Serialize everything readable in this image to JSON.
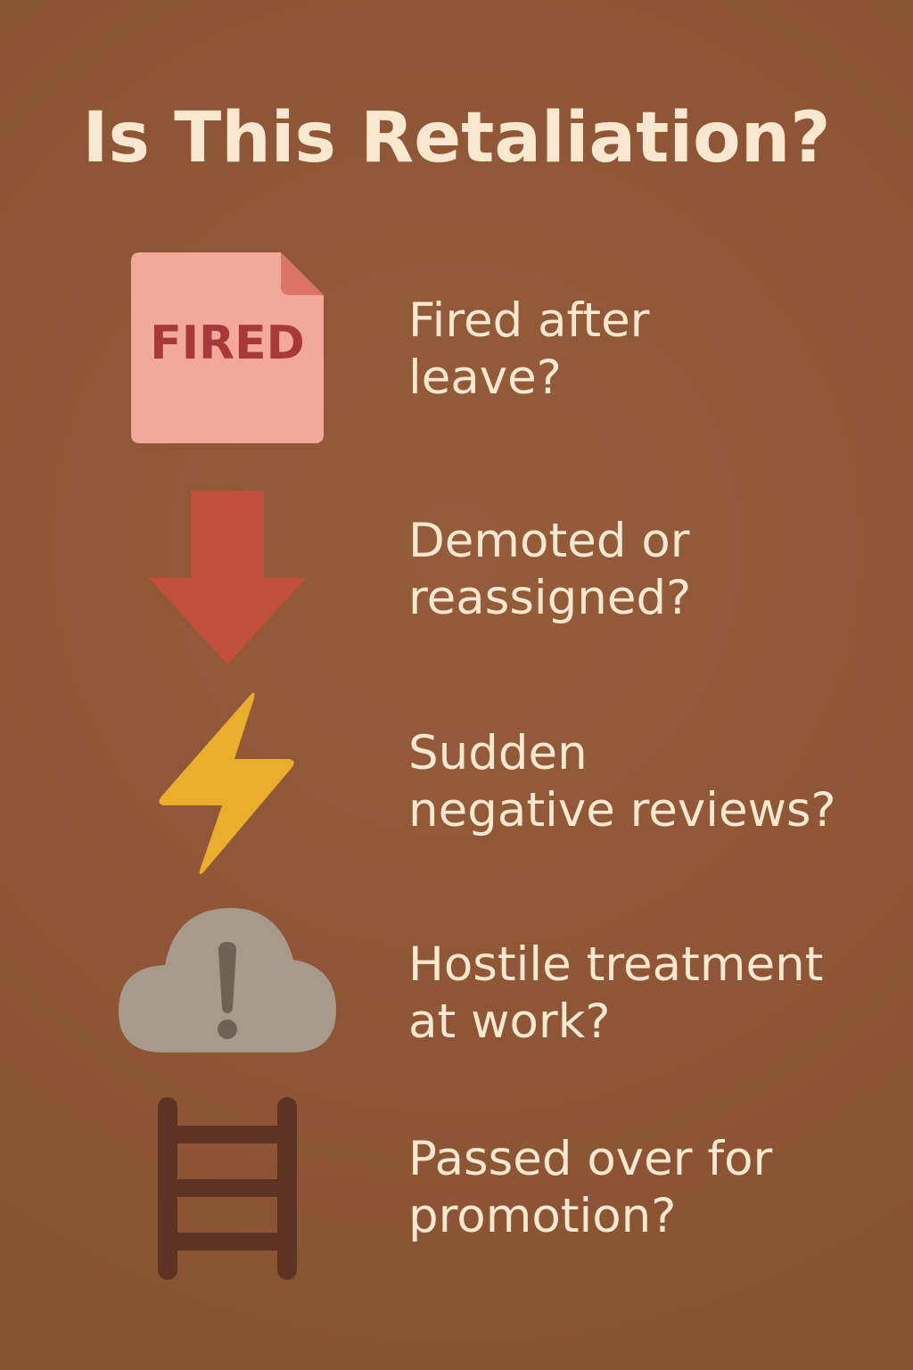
{
  "title": "Is This Retaliation?",
  "items": [
    {
      "icon": "fired-document-icon",
      "icon_text": "FIRED",
      "line1": "Fired after",
      "line2": "leave?"
    },
    {
      "icon": "down-arrow-icon",
      "line1": "Demoted or",
      "line2": "reassigned?"
    },
    {
      "icon": "lightning-bolt-icon",
      "line1": "Sudden",
      "line2": "negative reviews?"
    },
    {
      "icon": "cloud-warning-icon",
      "line1": "Hostile treatment",
      "line2": "at work?"
    },
    {
      "icon": "ladder-icon",
      "line1": "Passed over for",
      "line2": "promotion?"
    }
  ],
  "colors": {
    "background": "#8f5737",
    "text": "#f9e8cf",
    "fired_doc": "#f0a898",
    "fired_text": "#a8393a",
    "arrow": "#c24e3a",
    "lightning": "#e9ad2c",
    "cloud": "#a89a8b",
    "ladder": "#5d3424"
  }
}
